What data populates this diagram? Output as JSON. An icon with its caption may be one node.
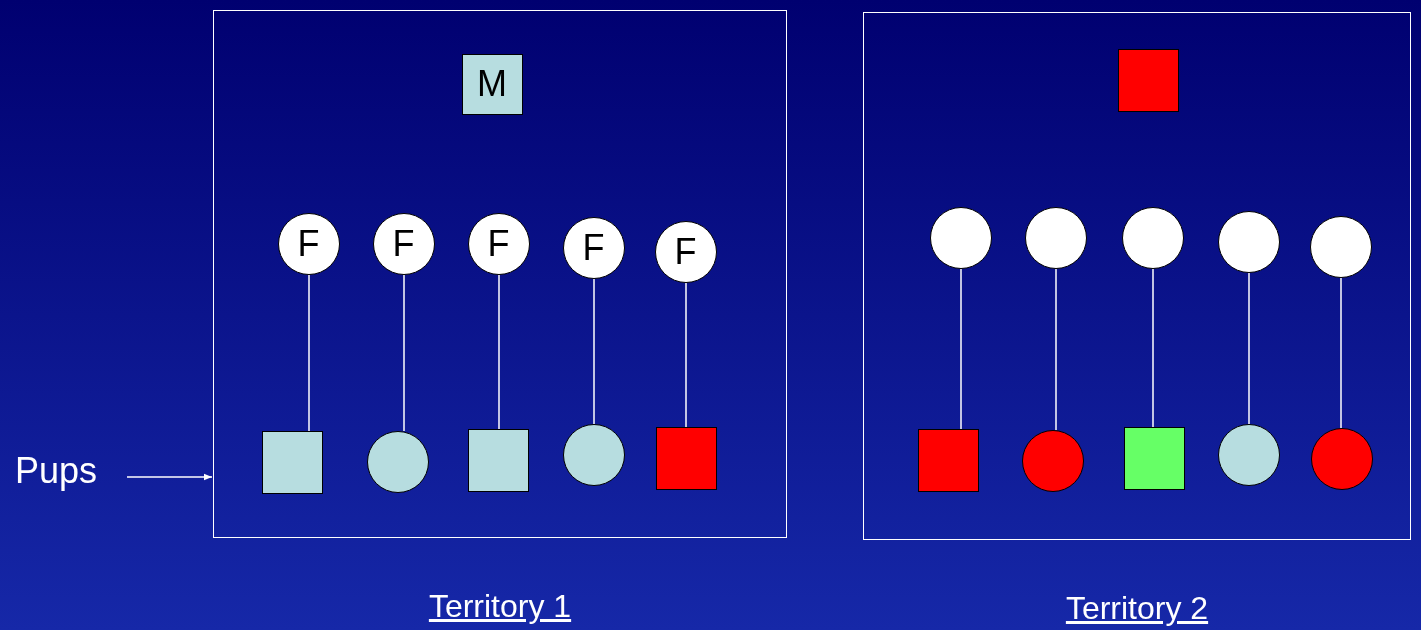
{
  "diagram": {
    "nodes": [
      {
        "text": [],
        "shape": "box",
        "beside": [
          "Territory 1"
        ]
      },
      {
        "text": [
          "M"
        ],
        "in": 0
      },
      {
        "text": [
          "F"
        ],
        "in": 0
      },
      {
        "text": [
          "F"
        ],
        "in": 0
      },
      {
        "text": [
          "F"
        ],
        "in": 0
      },
      {
        "text": [
          "F"
        ],
        "in": 0
      },
      {
        "text": [
          "F"
        ],
        "in": 0
      },
      {
        "text": [],
        "shape": "box",
        "in": 0
      },
      {
        "text": [],
        "shape": "circle",
        "in": 0
      },
      {
        "text": [],
        "shape": "box",
        "in": 0
      },
      {
        "text": [],
        "shape": "circle",
        "in": 0
      },
      {
        "text": [],
        "shape": "box",
        "in": 0
      },
      {
        "text": [],
        "shape": "box",
        "beside": [
          "Territory 2"
        ]
      },
      {
        "text": [],
        "shape": "box",
        "in": 12
      },
      {
        "text": [],
        "shape": "circle",
        "in": 12
      },
      {
        "text": [],
        "shape": "circle",
        "in": 12
      },
      {
        "text": [],
        "shape": "circle",
        "in": 12
      },
      {
        "text": [],
        "shape": "circle",
        "in": 12
      },
      {
        "text": [],
        "shape": "circle",
        "in": 12
      },
      {
        "text": [],
        "shape": "box",
        "in": 12
      },
      {
        "text": [],
        "shape": "circle",
        "in": 12
      },
      {
        "text": [],
        "shape": "box",
        "in": 12
      },
      {
        "text": [],
        "shape": "circle",
        "in": 12
      },
      {
        "text": [],
        "shape": "circle",
        "in": 12
      },
      {
        "text": [
          "Pups"
        ]
      }
    ],
    "edges": [
      {
        "from": 2,
        "to": 7,
        "arrow": "none"
      },
      {
        "from": 3,
        "to": 8,
        "arrow": "none"
      },
      {
        "from": 4,
        "to": 9,
        "arrow": "none"
      },
      {
        "from": 5,
        "to": 10,
        "arrow": "none"
      },
      {
        "from": 6,
        "to": 11,
        "arrow": "none"
      },
      {
        "from": 14,
        "to": 19,
        "arrow": "none"
      },
      {
        "from": 15,
        "to": 20,
        "arrow": "none"
      },
      {
        "from": 16,
        "to": 21,
        "arrow": "none"
      },
      {
        "from": 17,
        "to": 22,
        "arrow": "none"
      },
      {
        "from": 18,
        "to": 23,
        "arrow": "none"
      },
      {
        "from": 24,
        "to": 0,
        "arrow": "to"
      }
    ]
  }
}
